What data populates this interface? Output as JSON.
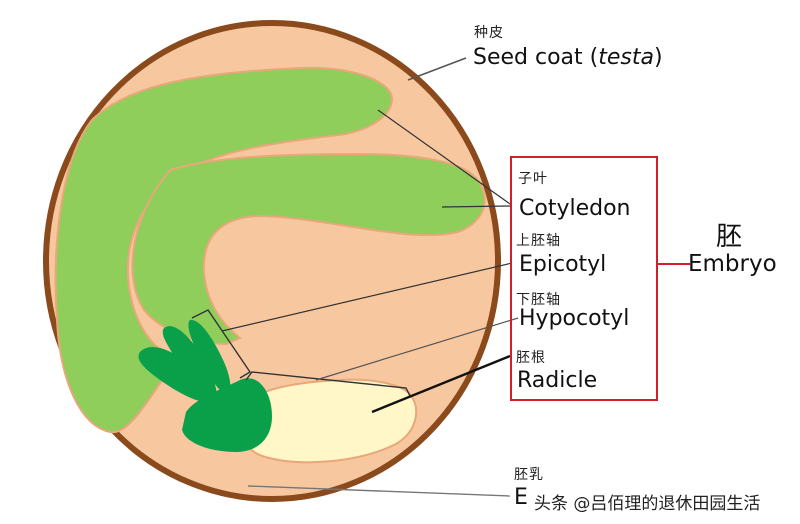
{
  "labels": {
    "seed_coat_zh": "种皮",
    "seed_coat_en": "Seed coat (",
    "seed_coat_en_italic": "testa",
    "seed_coat_en_close": ")",
    "cotyledon_zh": "子叶",
    "cotyledon_en": "Cotyledon",
    "epicotyl_zh": "上胚轴",
    "epicotyl_en": "Epicotyl",
    "hypocotyl_zh": "下胚轴",
    "hypocotyl_en": "Hypocotyl",
    "radicle_zh": "胚根",
    "radicle_en": "Radicle",
    "embryo_zh": "胚",
    "embryo_en": "Embryo",
    "endosperm_zh": "胚乳",
    "endosperm_en_partial": "E"
  },
  "watermark": "头条 @吕佰理的退休田园生活",
  "colors": {
    "seed_coat": "#8a4a1c",
    "interior": "#f7c8a0",
    "cotyledon": "#8fce5a",
    "embryo_axis": "#0aa04a",
    "endosperm": "#fff7c8",
    "embryo_box": "#d2202a",
    "leader_line": "#555555"
  }
}
